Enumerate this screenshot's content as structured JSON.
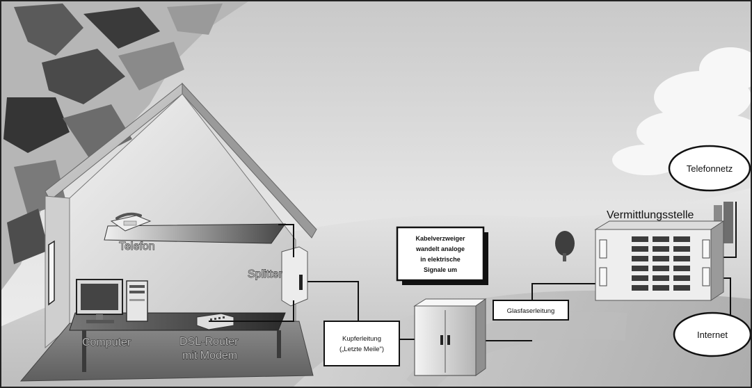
{
  "labels": {
    "telefon": "Telefon",
    "splitter": "Splitter",
    "computer": "Computer",
    "dsl_router_line1": "DSL-Router",
    "dsl_router_line2": "mit Modem",
    "kupfer_line1": "Kupferleitung",
    "kupfer_line2": "(„Letzte Meile\")",
    "kabel_line1": "Kabelverzweiger",
    "kabel_line2": "wandelt analoge",
    "kabel_line3": "in elektrische",
    "kabel_line4": "Signale um",
    "glasfaser": "Glasfaserleitung",
    "vermittlung": "Vermittlungsstelle",
    "telefonnetz": "Telefonnetz",
    "internet": "Internet"
  }
}
